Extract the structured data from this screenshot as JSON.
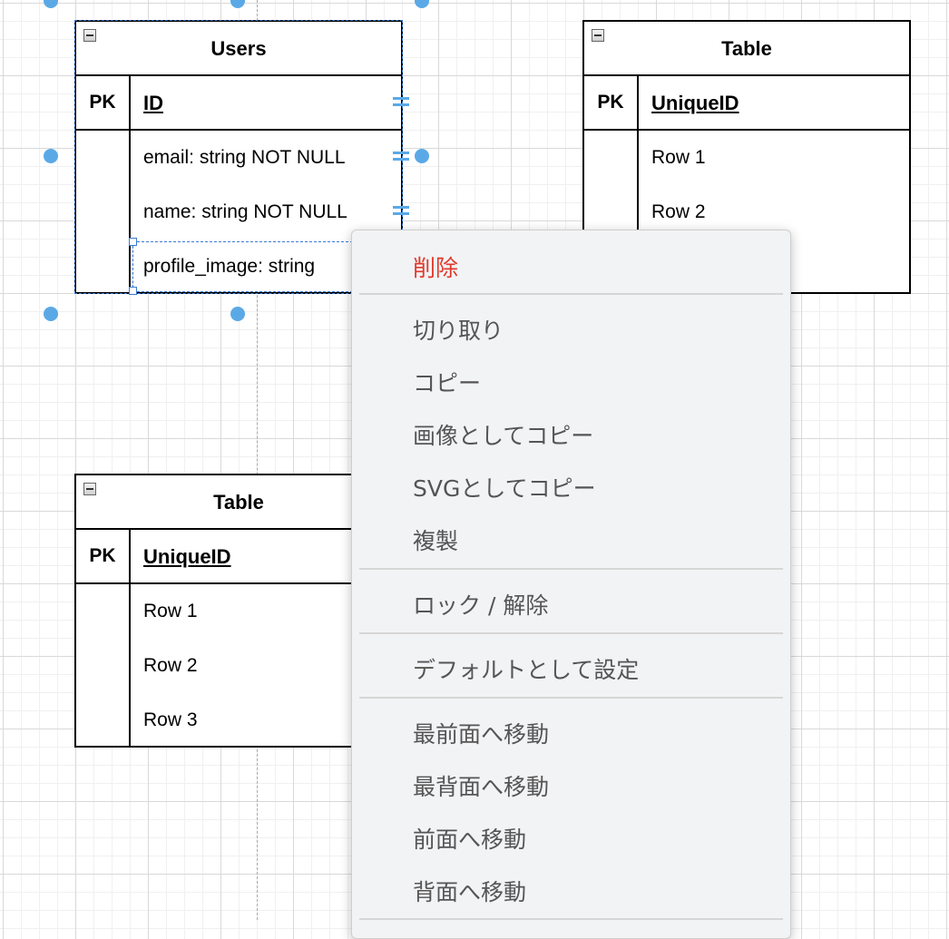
{
  "tables": {
    "users": {
      "title": "Users",
      "pk_label": "PK",
      "key": "ID",
      "rows": [
        "email: string NOT NULL",
        "name: string NOT NULL",
        "profile_image: string"
      ]
    },
    "table_right": {
      "title": "Table",
      "pk_label": "PK",
      "key": "UniqueID",
      "rows": [
        "Row 1",
        "Row 2"
      ]
    },
    "table_bottom": {
      "title": "Table",
      "pk_label": "PK",
      "key": "UniqueID",
      "rows": [
        "Row 1",
        "Row 2",
        "Row 3"
      ]
    }
  },
  "context_menu": {
    "items": [
      {
        "label": "削除",
        "danger": true
      },
      {
        "label": "切り取り"
      },
      {
        "label": "コピー"
      },
      {
        "label": "画像としてコピー"
      },
      {
        "label": "SVGとしてコピー"
      },
      {
        "label": "複製"
      },
      {
        "label": "ロック / 解除"
      },
      {
        "label": "デフォルトとして設定"
      },
      {
        "label": "最前面へ移動"
      },
      {
        "label": "最背面へ移動"
      },
      {
        "label": "前面へ移動"
      },
      {
        "label": "背面へ移動"
      }
    ]
  },
  "colors": {
    "danger": "#e0392b",
    "selection": "#5aa9e6",
    "menu_bg": "#f2f3f5"
  }
}
